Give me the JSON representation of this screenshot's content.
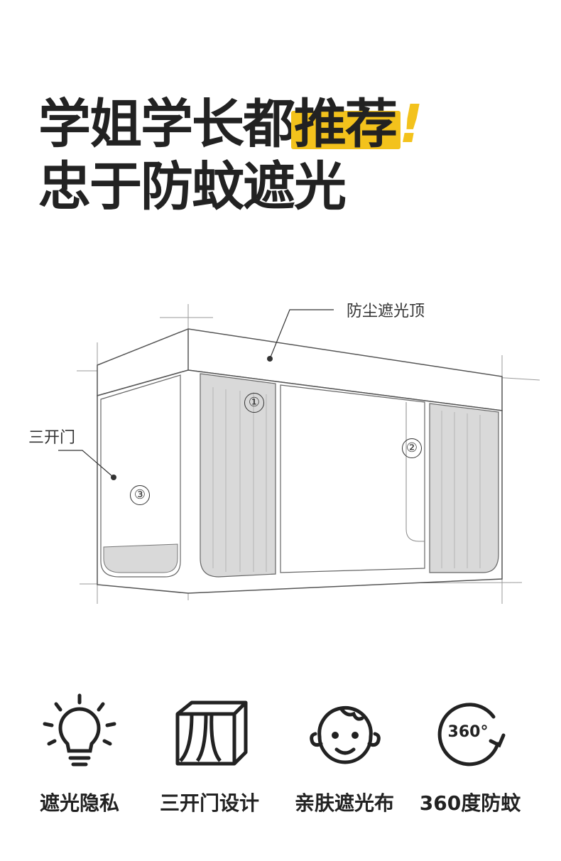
{
  "headline": {
    "line1_prefix": "学姐学长都",
    "line1_highlight": "推荐",
    "line1_mark": "!",
    "line2": "忠于防蚊遮光"
  },
  "diagram": {
    "callouts": {
      "top": "防尘遮光顶",
      "door": "三开门"
    },
    "numbers": [
      "①",
      "②",
      "③"
    ]
  },
  "features": [
    {
      "icon": "sun-icon",
      "label": "遮光隐私"
    },
    {
      "icon": "tent-door-icon",
      "label": "三开门设计"
    },
    {
      "icon": "baby-face-icon",
      "label": "亲肤遮光布"
    },
    {
      "icon": "rotate-360-icon",
      "label": "360度防蚊",
      "icon_text": "360°"
    }
  ],
  "colors": {
    "accent": "#f3c21c",
    "text": "#222222",
    "curtain": "#d9d9d9",
    "line": "#555555"
  }
}
